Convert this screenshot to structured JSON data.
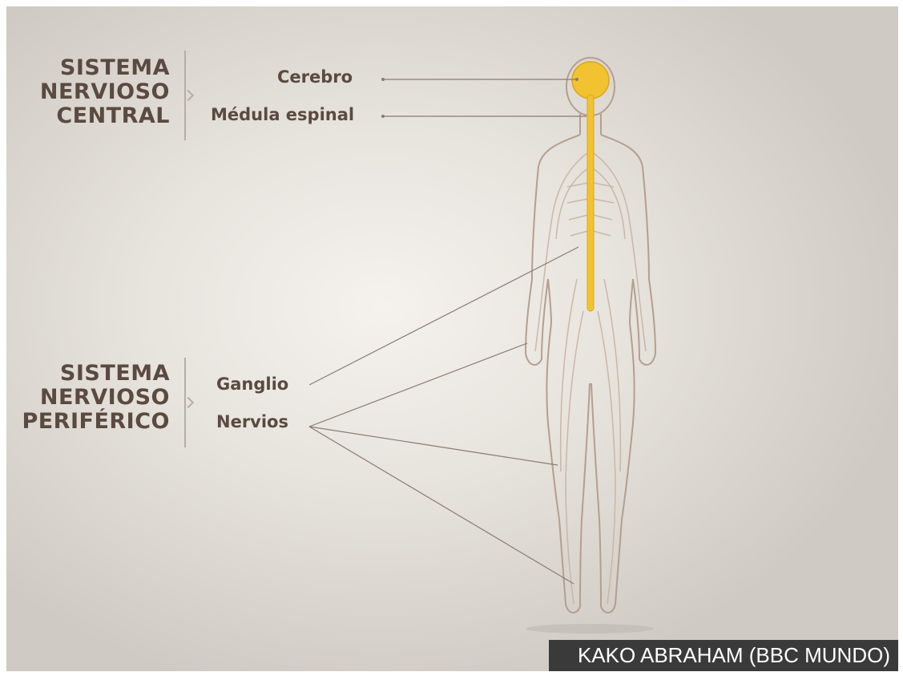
{
  "central": {
    "title_lines": [
      "SISTEMA",
      "NERVIOSO",
      "CENTRAL"
    ],
    "labels": {
      "brain": "Cerebro",
      "spinal_cord": "Médula espinal"
    }
  },
  "peripheral": {
    "title_lines": [
      "SISTEMA",
      "NERVIOSO",
      "PERIFÉRICO"
    ],
    "labels": {
      "ganglion": "Ganglio",
      "nerves": "Nervios"
    }
  },
  "credit": "KAKO ABRAHAM (BBC MUNDO)",
  "colors": {
    "background": "#e7e3dd",
    "text": "#5b4a40",
    "cns_highlight": "#f2c230",
    "body_outline": "#b59f8e",
    "credit_bg": "#3a3a3a"
  }
}
